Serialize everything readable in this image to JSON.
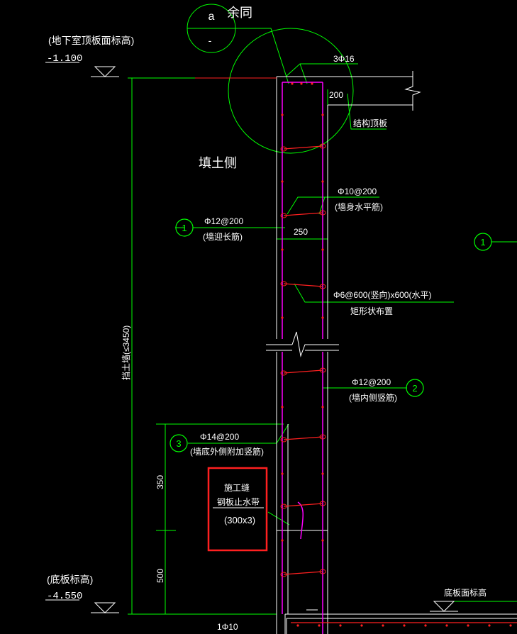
{
  "detail_tag": {
    "letter": "a",
    "title": "余同",
    "sub": "-"
  },
  "labels": {
    "top_level_desc": "(地下室顶板面标高)",
    "top_level_value": "-1.100",
    "bottom_level_desc": "(底板标高)",
    "bottom_level_value": "-4.550",
    "fill_side": "填土侧",
    "top_bars": "3Φ16",
    "slab_thickness": "200",
    "slab_label": "结构顶板",
    "wall_thickness": "250",
    "horiz_bar_spec": "Φ10@200",
    "horiz_bar_desc": "(墙身水平筋)",
    "tie_spec": "Φ6@600(竖向)x600(水平)",
    "tie_desc": "矩形状布置",
    "inner_bar_spec": "Φ12@200",
    "inner_bar_desc": "(墙内侧竖筋)",
    "outer_bar_spec": "Φ12@200",
    "outer_bar_desc": "(墙迎长筋)",
    "added_bar_spec": "Φ14@200",
    "added_bar_desc": "(墙底外侧附加竖筋)",
    "joint_title": "施工缝",
    "joint_desc": "钢板止水带",
    "joint_size": "(300x3)",
    "wall_height_label": "挡土墙",
    "wall_height_dim": "(≤3450)",
    "dim_350": "350",
    "dim_500": "500",
    "bottom_slab_label": "底板面标高",
    "bottom_bar": "1Φ10",
    "callout_1": "1",
    "callout_2": "2",
    "callout_3": "3",
    "callout_1_right": "1"
  },
  "colors": {
    "dim_green": "#00ff00",
    "rebar_red": "#ff2020",
    "magenta": "#ff00ff",
    "white": "#ffffff",
    "box_red": "#ff2020"
  }
}
